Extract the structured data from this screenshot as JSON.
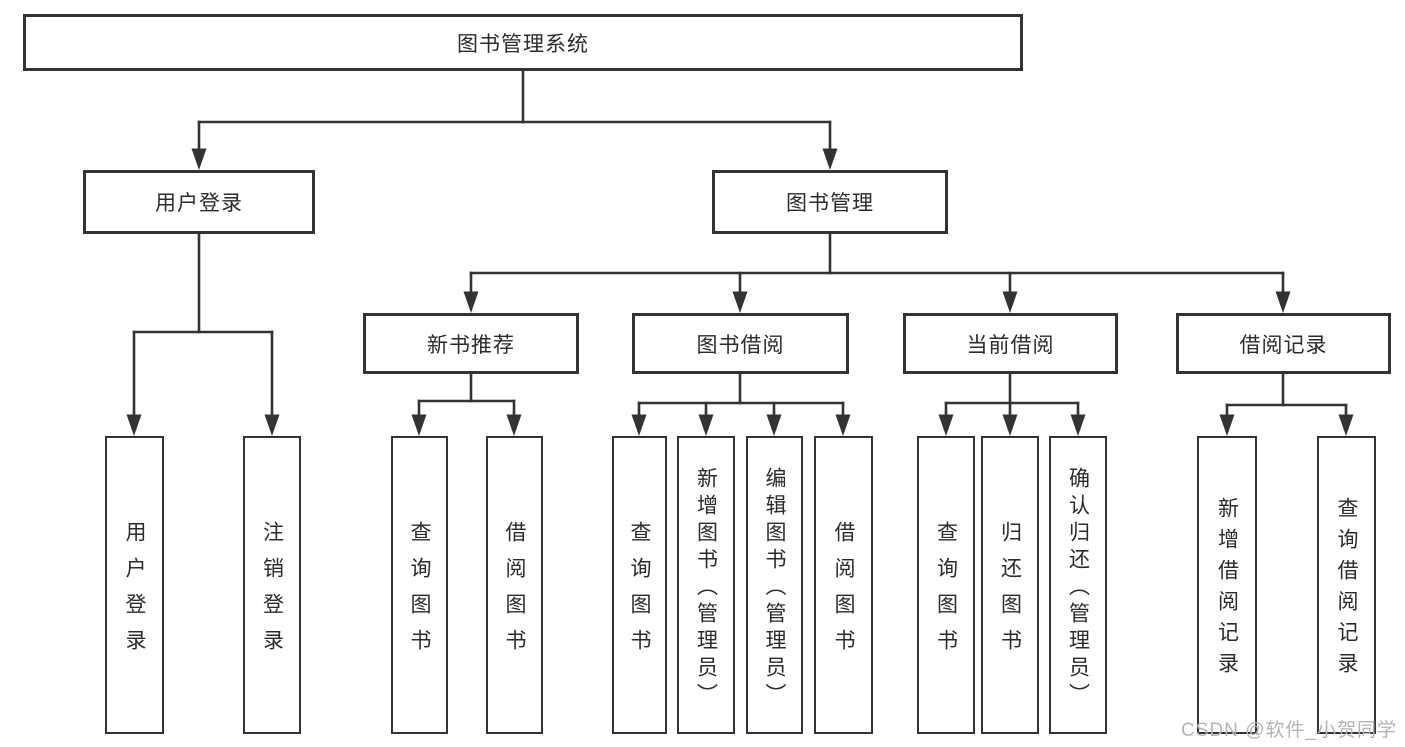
{
  "root": {
    "label": "图书管理系统"
  },
  "branches": {
    "userLogin": {
      "label": "用户登录",
      "children": [
        {
          "label": "用户登录"
        },
        {
          "label": "注销登录"
        }
      ]
    },
    "bookMgmt": {
      "label": "图书管理",
      "sections": [
        {
          "label": "新书推荐",
          "children": [
            {
              "label": "查询图书"
            },
            {
              "label": "借阅图书"
            }
          ]
        },
        {
          "label": "图书借阅",
          "children": [
            {
              "label": "查询图书"
            },
            {
              "label": "新增图书（管理员）"
            },
            {
              "label": "编辑图书（管理员）"
            },
            {
              "label": "借阅图书"
            }
          ]
        },
        {
          "label": "当前借阅",
          "children": [
            {
              "label": "查询图书"
            },
            {
              "label": "归还图书"
            },
            {
              "label": "确认归还（管理员）"
            }
          ]
        },
        {
          "label": "借阅记录",
          "children": [
            {
              "label": "新增借阅记录"
            },
            {
              "label": "查询借阅记录"
            }
          ]
        }
      ]
    }
  },
  "watermark": {
    "text": "CSDN @软件_小贺同学"
  },
  "colors": {
    "line": "#333333",
    "border": "#333333",
    "text": "#2b2b2b",
    "watermark": "#b3b3b8",
    "background": "#ffffff"
  }
}
